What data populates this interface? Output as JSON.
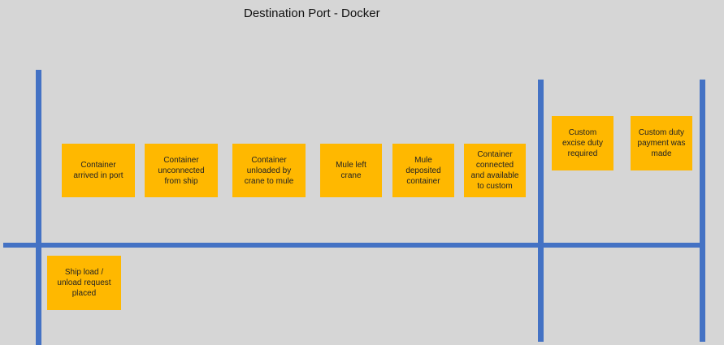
{
  "title": "Destination Port - Docker",
  "colors": {
    "background": "#d6d6d6",
    "line": "#4472c4",
    "sticky": "#ffb800"
  },
  "events_top": [
    "Container\narrived in port",
    "Container\nunconnected\nfrom ship",
    "Container\nunloaded by\ncrane to mule",
    "Mule left\ncrane",
    "Mule\ndeposited\ncontainer",
    "Container\nconnected\nand available\nto custom"
  ],
  "events_custom": [
    "Custom\nexcise duty\nrequired",
    "Custom duty\npayment was\nmade"
  ],
  "events_bottom": [
    "Ship  load /\nunload request\nplaced"
  ]
}
